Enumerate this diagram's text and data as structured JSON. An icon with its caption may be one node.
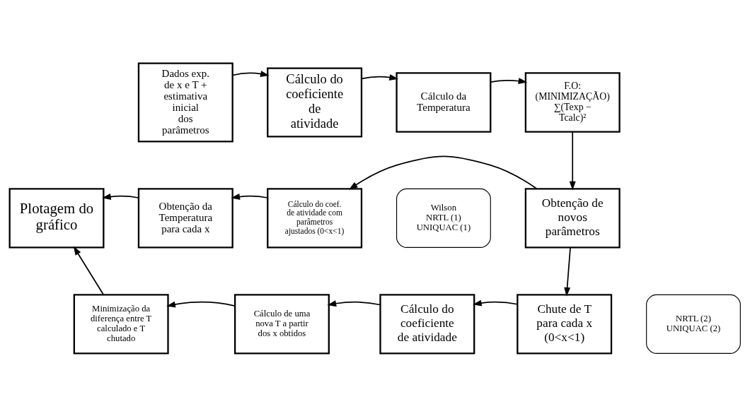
{
  "diagram": {
    "nodes": [
      {
        "text": [
          "Dados exp. de x e T + estimativa inicial dos parâmetros"
        ]
      },
      {
        "text": [
          "Cálculo do coeficiente de atividade"
        ]
      },
      {
        "text": [
          "Cálculo da Temperatura"
        ]
      },
      {
        "text": [
          "F.O: (MINIMIZAÇÃO)",
          "∑(Texp − Tcalc)²"
        ]
      },
      {
        "text": [
          "Obtenção de novos parâmetros"
        ]
      },
      {
        "text": [
          "Cálculo do coef. de atividade com parâmetros ajustados (0<x<1)"
        ]
      },
      {
        "text": [
          "Obtenção da Temperatura para cada x"
        ]
      },
      {
        "text": [
          "Plotagem do gráfico"
        ]
      },
      {
        "text": [
          "Chute de T para cada x (0<x<1)"
        ]
      },
      {
        "text": [
          "Cálculo do coeficiente de atividade"
        ]
      },
      {
        "text": [
          "Cálculo de uma nova T a partir dos x obtidos"
        ]
      },
      {
        "text": [
          "Minimização da diferença entre T calculado e T chutado"
        ]
      },
      {
        "text": [
          "Wilson",
          "NRTL (1)",
          "UNIQUAC (1)"
        ]
      },
      {
        "text": [
          "NRTL (2)",
          "UNIQUAC (2)"
        ]
      }
    ],
    "edges": [
      {
        "from": 0,
        "to": 1,
        "arrow": "to"
      },
      {
        "from": 1,
        "to": 2,
        "arrow": "to"
      },
      {
        "from": 2,
        "to": 3,
        "arrow": "to"
      },
      {
        "from": 3,
        "to": 4,
        "arrow": "to"
      },
      {
        "from": 4,
        "to": 5,
        "arrow": "to"
      },
      {
        "from": 5,
        "to": 6,
        "arrow": "to"
      },
      {
        "from": 6,
        "to": 7,
        "arrow": "to"
      },
      {
        "from": 4,
        "to": 8,
        "arrow": "to"
      },
      {
        "from": 8,
        "to": 9,
        "arrow": "to"
      },
      {
        "from": 9,
        "to": 10,
        "arrow": "to"
      },
      {
        "from": 10,
        "to": 11,
        "arrow": "to"
      },
      {
        "from": 11,
        "to": 7,
        "arrow": "to"
      }
    ]
  }
}
